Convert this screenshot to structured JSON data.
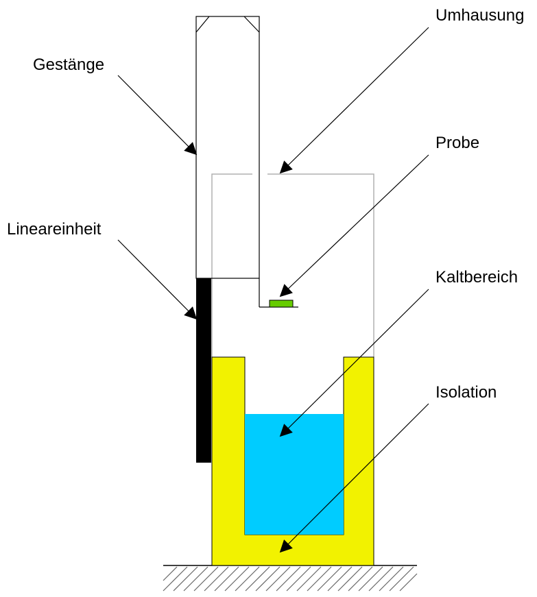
{
  "labels": {
    "gestaenge": "Gestänge",
    "umhausung": "Umhausung",
    "probe": "Probe",
    "lineareinheit": "Lineareinheit",
    "kaltbereich": "Kaltbereich",
    "isolation": "Isolation"
  },
  "colors": {
    "insulation": "#f2f200",
    "cold_liquid": "#00ccff",
    "sample": "#66cc00",
    "linear_unit": "#000000",
    "housing_line": "#b0b0b0",
    "ground_hatch": "#666666"
  }
}
